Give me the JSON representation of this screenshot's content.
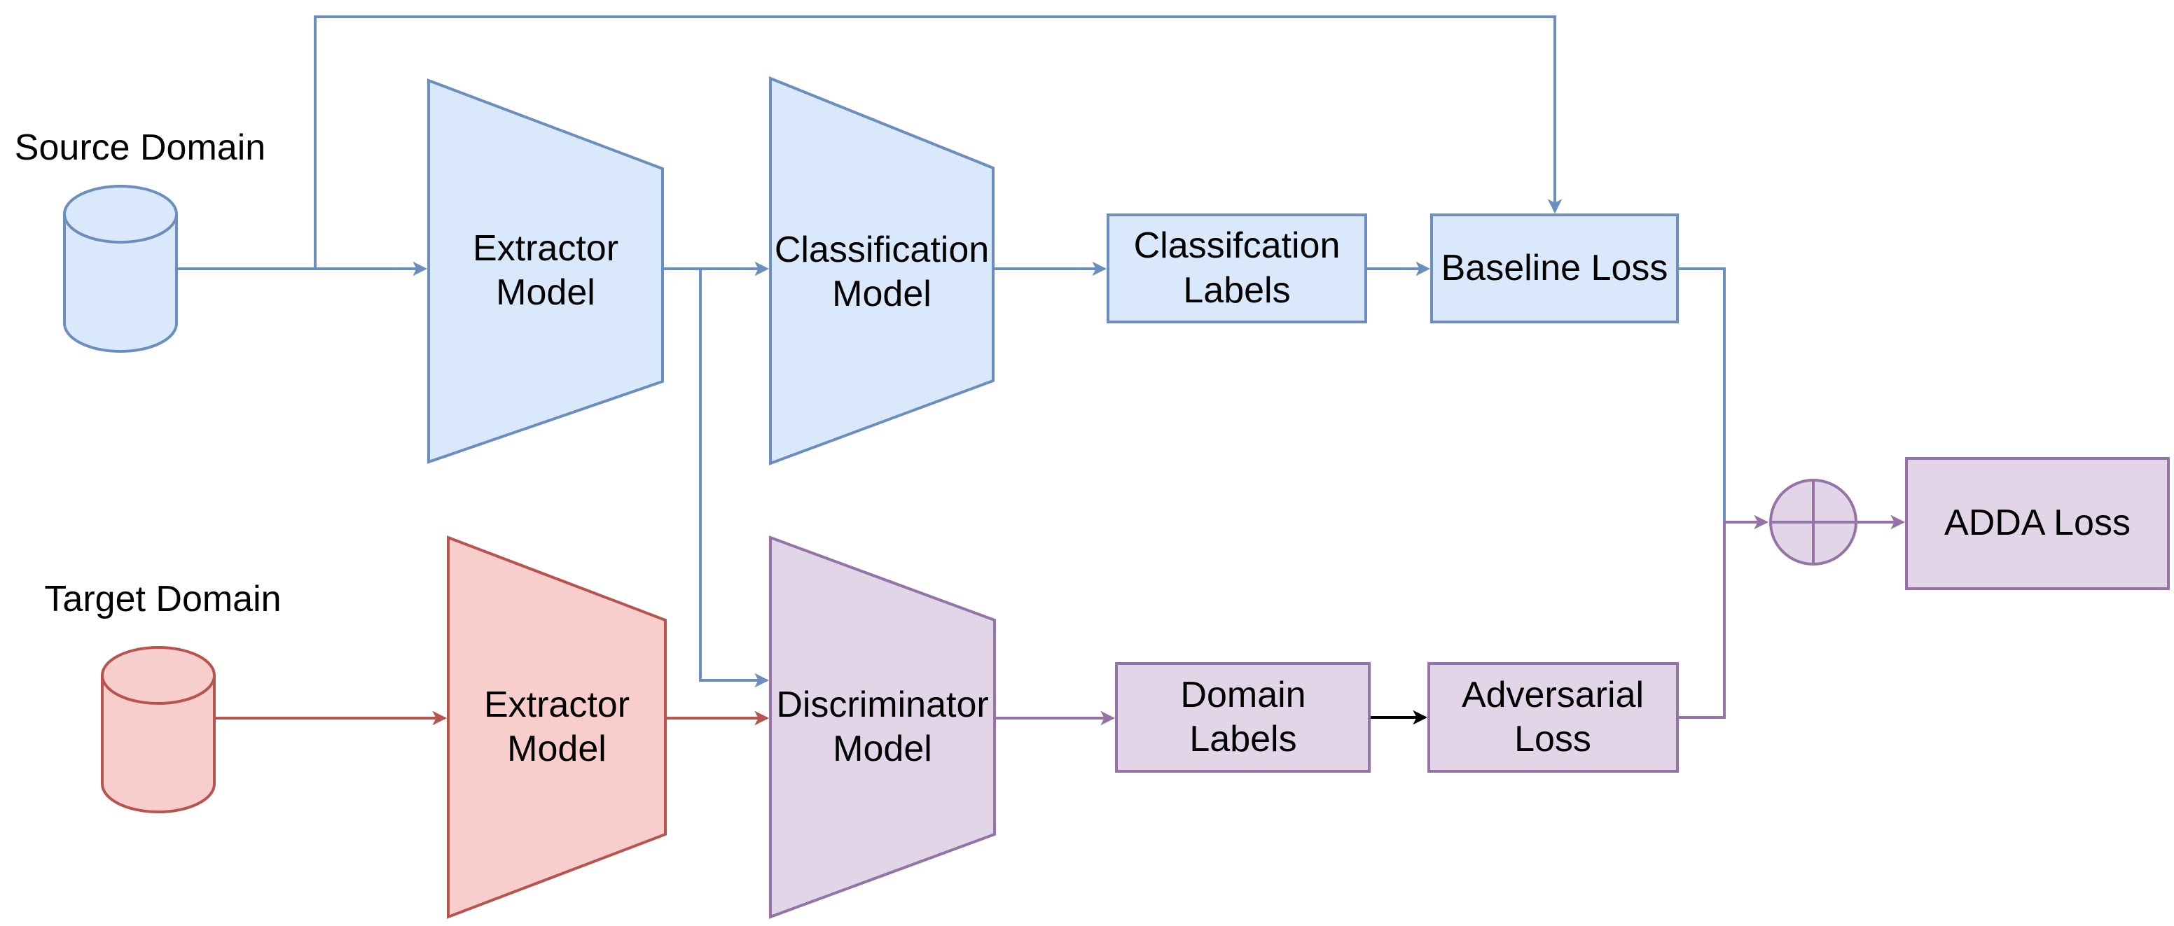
{
  "diagram": {
    "type": "flow-diagram",
    "background": "#ffffff",
    "colors": {
      "blue_fill": "#dae8fc",
      "blue_stroke": "#6c8ebf",
      "red_fill": "#f8cecc",
      "red_stroke": "#b85450",
      "purple_fill": "#e1d5e7",
      "purple_stroke": "#9673a6",
      "black_edge": "#000000",
      "text": "#000000"
    },
    "labels": {
      "source_domain": "Source Domain",
      "target_domain": "Target Domain",
      "source_extractor": "Extractor Model",
      "classification_model": "Classification Model",
      "classification_labels": "Classifcation Labels",
      "baseline_loss": "Baseline Loss",
      "target_extractor": "Extractor Model",
      "discriminator_model": "Discriminator Model",
      "domain_labels": "Domain Labels",
      "adversarial_loss": "Adversarial Loss",
      "adda_loss": "ADDA Loss"
    },
    "icons": {
      "source_database": "database-cylinder",
      "target_database": "database-cylinder",
      "sum_node": "circled-plus"
    },
    "edges": [
      {
        "from": "source-database",
        "to": "source-extractor",
        "color": "blue"
      },
      {
        "from": "source-database",
        "to": "baseline-loss",
        "color": "blue",
        "route": "over-the-top"
      },
      {
        "from": "source-extractor",
        "to": "classification-model",
        "color": "blue"
      },
      {
        "from": "source-extractor",
        "to": "discriminator-model",
        "color": "blue",
        "route": "down-branch"
      },
      {
        "from": "classification-model",
        "to": "classification-labels",
        "color": "blue"
      },
      {
        "from": "classification-labels",
        "to": "baseline-loss",
        "color": "blue"
      },
      {
        "from": "baseline-loss",
        "to": "sum-node",
        "color": "blue-then-purple"
      },
      {
        "from": "target-database",
        "to": "target-extractor",
        "color": "red"
      },
      {
        "from": "target-extractor",
        "to": "discriminator-model",
        "color": "red"
      },
      {
        "from": "discriminator-model",
        "to": "domain-labels",
        "color": "purple"
      },
      {
        "from": "domain-labels",
        "to": "adversarial-loss",
        "color": "black"
      },
      {
        "from": "adversarial-loss",
        "to": "sum-node",
        "color": "purple"
      },
      {
        "from": "sum-node",
        "to": "adda-loss",
        "color": "purple"
      }
    ]
  }
}
